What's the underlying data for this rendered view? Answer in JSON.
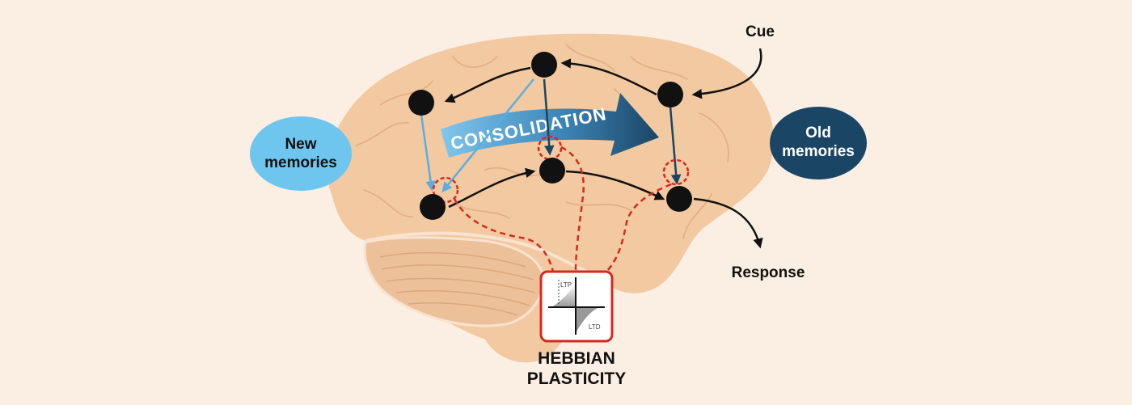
{
  "labels": {
    "cue": "Cue",
    "response": "Response",
    "new_memories": [
      "New",
      "memories"
    ],
    "old_memories": [
      "Old",
      "memories"
    ],
    "consolidation": "CONSOLIDATION",
    "hebbian": [
      "HEBBIAN",
      "PLASTICITY"
    ],
    "ltp": "LTP",
    "ltd": "LTD"
  },
  "colors": {
    "background": "#fbeee2",
    "brain": "#f2c9a0",
    "brain_line": "#e2ae84",
    "cerebellum": "#ecc19a",
    "neuron": "#111111",
    "new_memories": "#6ec6ee",
    "old_memories": "#1b4565",
    "dashed_red": "#d42a1f",
    "light_arrow": "#5aaee0",
    "dark_arrow": "#1b4565"
  }
}
